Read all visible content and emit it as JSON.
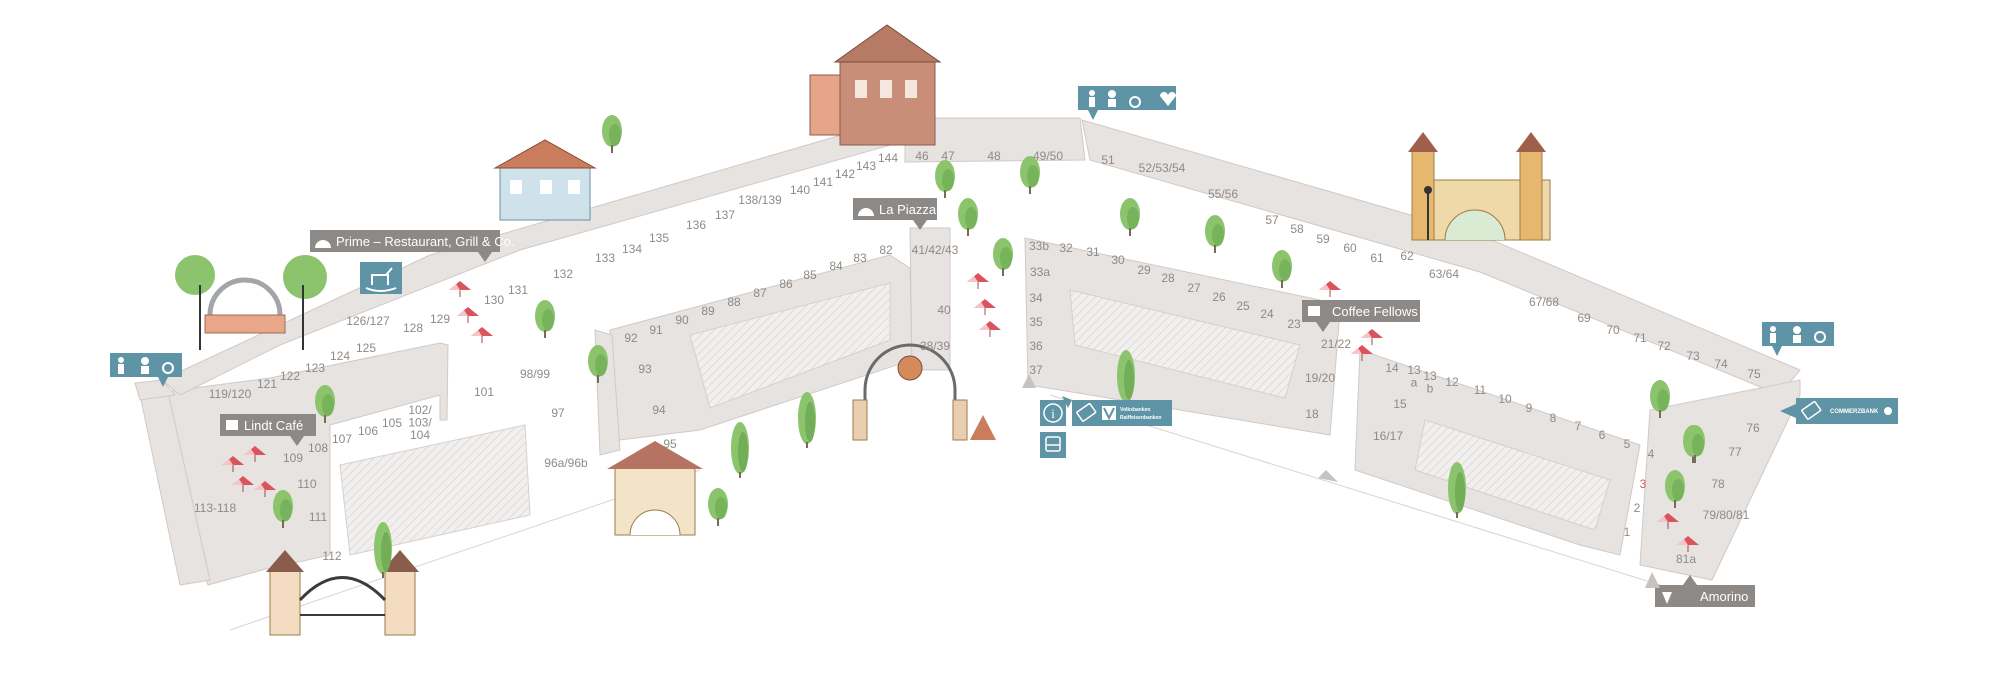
{
  "colors": {
    "building": "#e6e3e1",
    "building_edge": "#cfcac7",
    "label": "#8f8a87",
    "restaurant_tag": "#8d8987",
    "service_tag": "#5f93a6",
    "tree": "#86c06a",
    "umbrella": "#d9545c"
  },
  "units": {
    "u1": "1",
    "u2": "2",
    "u3": "3",
    "u4": "4",
    "u5": "5",
    "u6": "6",
    "u7": "7",
    "u8": "8",
    "u9": "9",
    "u10": "10",
    "u11": "11",
    "u12": "12",
    "u13a": "13\na",
    "u13b": "13\nb",
    "u14": "14",
    "u15": "15",
    "u1617": "16/17",
    "u18": "18",
    "u1920": "19/20",
    "u2122": "21/22",
    "u23": "23",
    "u24": "24",
    "u25": "25",
    "u26": "26",
    "u27": "27",
    "u28": "28",
    "u29": "29",
    "u30": "30",
    "u31": "31",
    "u32": "32",
    "u33a": "33a",
    "u33b": "33b",
    "u34": "34",
    "u35": "35",
    "u36": "36",
    "u37": "37",
    "u3839": "38/39",
    "u40": "40",
    "u414243": "41/42/43",
    "u46": "46",
    "u47": "47",
    "u48": "48",
    "u4950": "49/50",
    "u51": "51",
    "u525354": "52/53/54",
    "u5556": "55/56",
    "u57": "57",
    "u58": "58",
    "u59": "59",
    "u60": "60",
    "u61": "61",
    "u62": "62",
    "u6364": "63/64",
    "u6768": "67/68",
    "u69": "69",
    "u70": "70",
    "u71": "71",
    "u72": "72",
    "u73": "73",
    "u74": "74",
    "u75": "75",
    "u76": "76",
    "u77": "77",
    "u78": "78",
    "u798081": "79/80/81",
    "u81a": "81a",
    "u82": "82",
    "u83": "83",
    "u84": "84",
    "u85": "85",
    "u86": "86",
    "u87": "87",
    "u88": "88",
    "u89": "89",
    "u90": "90",
    "u91": "91",
    "u92": "92",
    "u93": "93",
    "u94": "94",
    "u95": "95",
    "u96": "96a/96b",
    "u97": "97",
    "u9899": "98/99",
    "u101": "101",
    "u102104": "102/\n103/\n104",
    "u105": "105",
    "u106": "106",
    "u107": "107",
    "u108": "108",
    "u109": "109",
    "u110": "110",
    "u111": "111",
    "u112": "112",
    "u113118": "113-118",
    "u119120": "119/120",
    "u121": "121",
    "u122": "122",
    "u123": "123",
    "u124": "124",
    "u125": "125",
    "u126127": "126/127",
    "u128": "128",
    "u129": "129",
    "u130": "130",
    "u131": "131",
    "u132": "132",
    "u133": "133",
    "u134": "134",
    "u135": "135",
    "u136": "136",
    "u137": "137",
    "u138139": "138/139",
    "u140": "140",
    "u141": "141",
    "u142": "142",
    "u143": "143",
    "u144": "144"
  },
  "restaurants": {
    "prime": "Prime – Restaurant, Grill & Co.",
    "la_piazza": "La Piazza",
    "lindt": "Lindt Café",
    "coffee_fellows": "Coffee Fellows",
    "amorino": "Amorino"
  },
  "services": {
    "commerzbank": "COMMERZBANK",
    "volksbank_line1": "Volksbanken",
    "volksbank_line2": "Raiffeisenbanken"
  },
  "icons": [
    "restroom-icon",
    "baby-change-icon",
    "wheelchair-icon",
    "defibrillator-icon",
    "info-icon",
    "bus-icon",
    "atm-card-icon",
    "volksbank-logo",
    "cloche-icon",
    "ice-cream-icon",
    "rocking-horse-icon"
  ]
}
